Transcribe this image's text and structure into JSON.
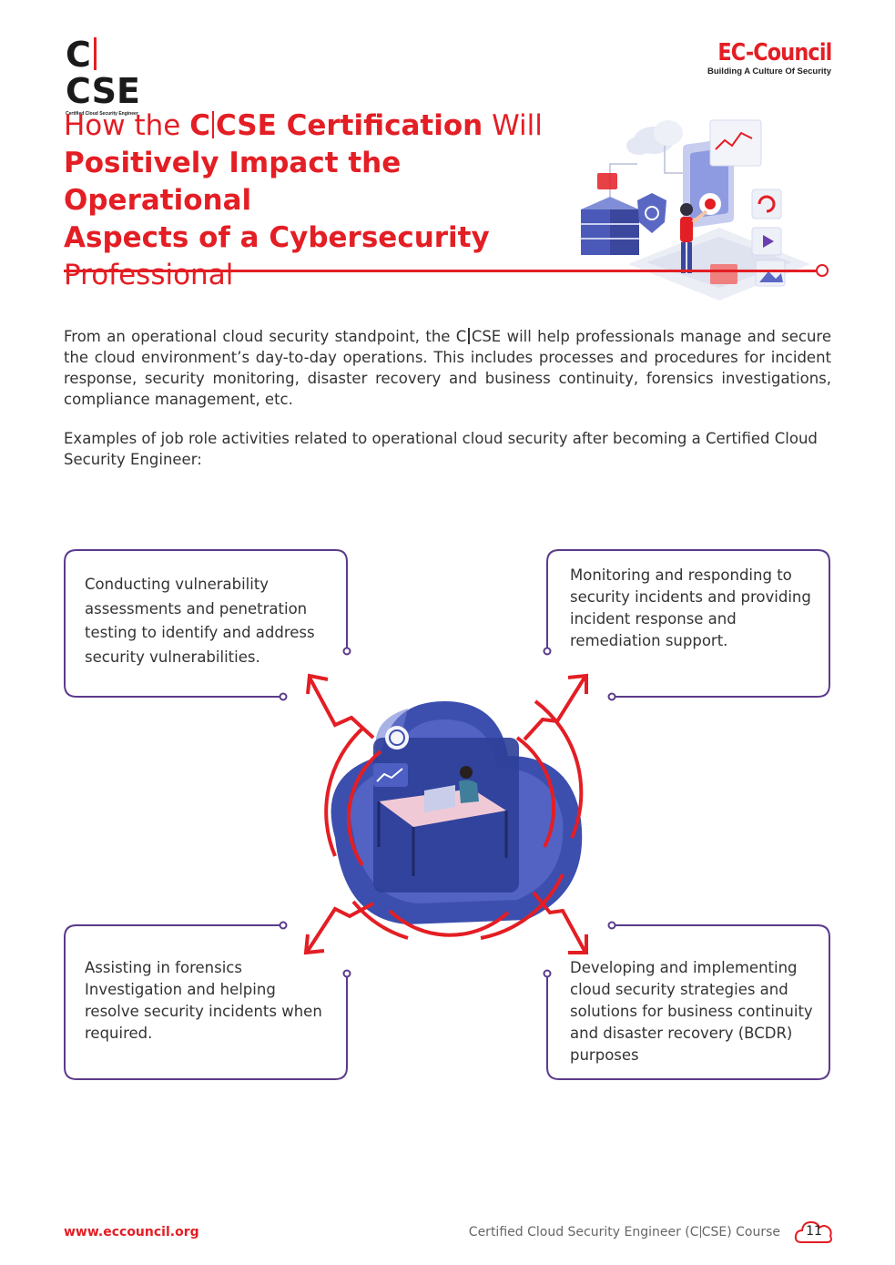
{
  "header": {
    "ccse_logo": {
      "left": "C",
      "right": "CSE",
      "subtitle": "Certified   Cloud  Security  Engineer"
    },
    "ec_logo": {
      "name": "EC-Council",
      "tagline": "Building A Culture Of Security"
    }
  },
  "title": {
    "part1_light": "How the ",
    "brand_left": "C",
    "brand_right": "CSE",
    "part1_bold": " Certification",
    "part1_end": " Will",
    "line2": "Positively Impact the Operational",
    "line3": "Aspects of a Cybersecurity",
    "line4": "Professional"
  },
  "body": {
    "para1_start": "From an operational cloud security standpoint, the ",
    "para1_brand_left": "C",
    "para1_brand_right": "CSE",
    "para1_rest": " will help professionals manage and secure the cloud environment’s day-to-day operations. This includes processes and procedures for incident response, security monitoring, disaster recovery and business continuity, forensics investigations, compliance management, etc.",
    "para2": "Examples of job role activities related to operational cloud security after becoming a Certified Cloud Security Engineer:"
  },
  "activities": [
    {
      "text": "Conducting vulnerability assessments and penetration testing to identify and address security vulnerabilities."
    },
    {
      "text": "Monitoring and responding to security incidents and providing incident response and remediation support."
    },
    {
      "text": "Assisting in forensics Investigation and helping resolve security incidents when required."
    },
    {
      "text": "Developing and implementing cloud security strategies and solutions for business continuity and disaster recovery (BCDR) purposes"
    }
  ],
  "footer": {
    "url": "www.eccouncil.org",
    "course_start": "Certified Cloud Security Engineer (C",
    "course_end": "CSE) Course",
    "page": "11"
  },
  "colors": {
    "accent": "#e31e24",
    "card_border": "#5b3a8c",
    "cloud": "#3e54b0"
  }
}
